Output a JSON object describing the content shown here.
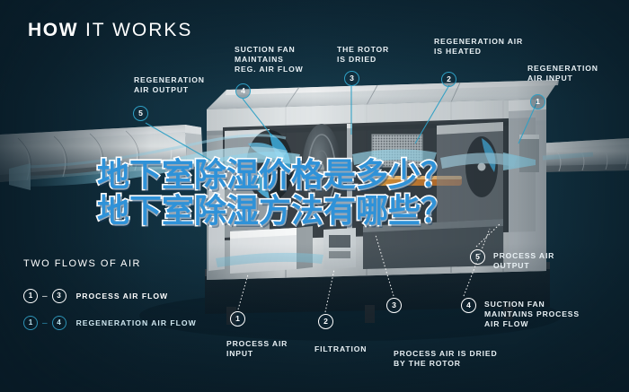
{
  "page": {
    "title_bold": "HOW",
    "title_light": "IT WORKS",
    "bg_color": "#11303f",
    "accent_teal": "#2e9fc4",
    "accent_white": "#ffffff",
    "overlay_blue": "#2f92d8"
  },
  "overlay_text": {
    "line1": "地下室除湿价格是多少？",
    "line2": "地下室除湿方法有哪些？"
  },
  "callouts_top": [
    {
      "id": "regeneration-air-output",
      "label": "REGENERATION\nAIR OUTPUT",
      "marker": "5",
      "marker_style": "teal"
    },
    {
      "id": "suction-fan-reg",
      "label": "SUCTION FAN\nMAINTAINS\nREG. AIR FLOW",
      "marker": "4",
      "marker_style": "teal"
    },
    {
      "id": "the-rotor-is-dried",
      "label": "THE ROTOR\nIS DRIED",
      "marker": "3",
      "marker_style": "teal"
    },
    {
      "id": "regeneration-air-heated",
      "label": "REGENERATION AIR\nIS HEATED",
      "marker": "2",
      "marker_style": "teal"
    },
    {
      "id": "regeneration-air-input",
      "label": "REGENERATION\nAIR INPUT",
      "marker": "1",
      "marker_style": "teal"
    }
  ],
  "callouts_bottom": [
    {
      "id": "process-air-input",
      "label": "PROCESS AIR\nINPUT",
      "marker": "1",
      "marker_style": "white"
    },
    {
      "id": "filtration",
      "label": "FILTRATION",
      "marker": "2",
      "marker_style": "white"
    },
    {
      "id": "process-air-dried",
      "label": "PROCESS AIR IS DRIED\nBY THE ROTOR",
      "marker": "3",
      "marker_style": "white"
    },
    {
      "id": "suction-fan-process",
      "label": "SUCTION FAN\nMAINTAINS PROCESS\nAIR FLOW",
      "marker": "4",
      "marker_style": "white"
    },
    {
      "id": "process-air-output",
      "label": "PROCESS AIR\nOUTPUT",
      "marker": "5",
      "marker_style": "white"
    }
  ],
  "legend": {
    "title": "TWO FLOWS OF AIR",
    "rows": [
      {
        "from": "1",
        "to": "3",
        "dash": "–",
        "label": "PROCESS AIR FLOW",
        "style": "white"
      },
      {
        "from": "1",
        "to": "4",
        "dash": "–",
        "label": "REGENERATION AIR FLOW",
        "style": "teal"
      }
    ]
  }
}
